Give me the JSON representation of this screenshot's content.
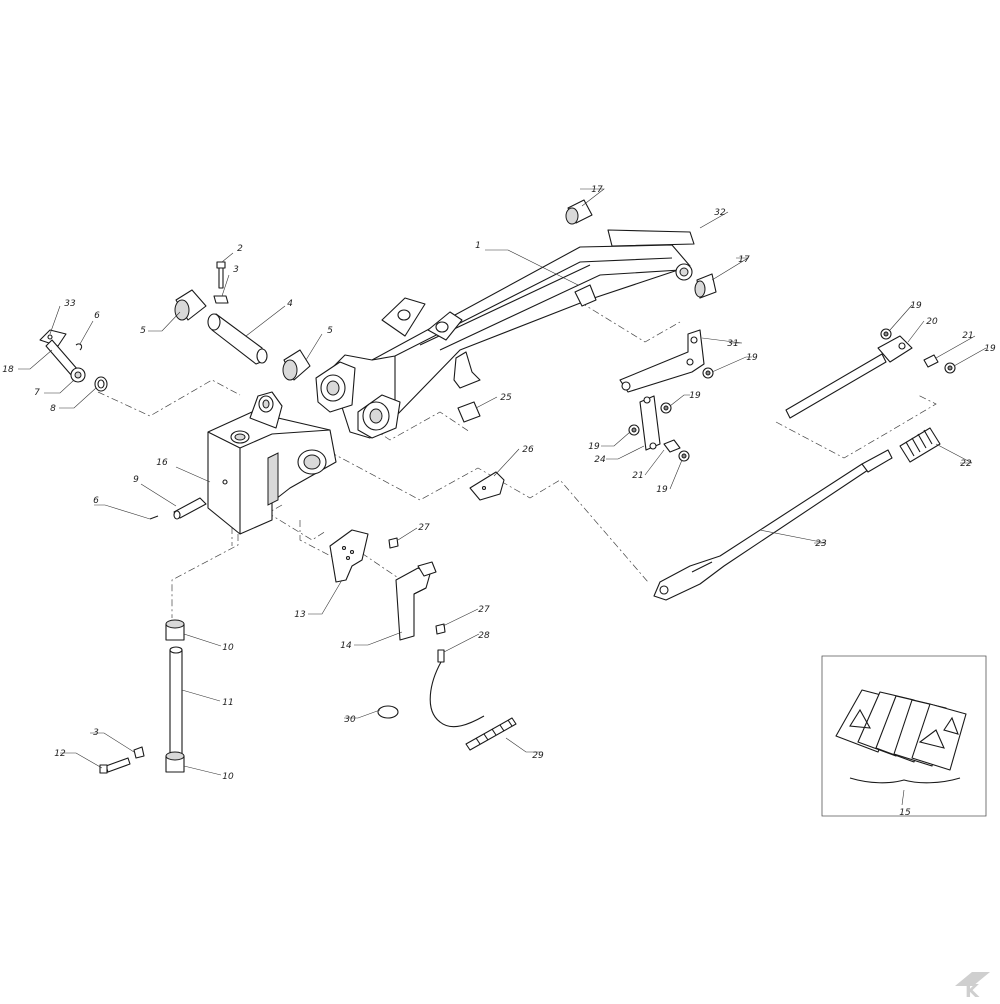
{
  "callouts": [
    {
      "id": "c1",
      "label": "1"
    },
    {
      "id": "c2",
      "label": "2"
    },
    {
      "id": "c3a",
      "label": "3"
    },
    {
      "id": "c3b",
      "label": "3"
    },
    {
      "id": "c4",
      "label": "4"
    },
    {
      "id": "c5a",
      "label": "5"
    },
    {
      "id": "c5b",
      "label": "5"
    },
    {
      "id": "c6a",
      "label": "6"
    },
    {
      "id": "c6b",
      "label": "6"
    },
    {
      "id": "c7",
      "label": "7"
    },
    {
      "id": "c8",
      "label": "8"
    },
    {
      "id": "c9",
      "label": "9"
    },
    {
      "id": "c10a",
      "label": "10"
    },
    {
      "id": "c10b",
      "label": "10"
    },
    {
      "id": "c11",
      "label": "11"
    },
    {
      "id": "c12",
      "label": "12"
    },
    {
      "id": "c13",
      "label": "13"
    },
    {
      "id": "c14",
      "label": "14"
    },
    {
      "id": "c15",
      "label": "15"
    },
    {
      "id": "c16",
      "label": "16"
    },
    {
      "id": "c17a",
      "label": "17"
    },
    {
      "id": "c17b",
      "label": "17"
    },
    {
      "id": "c18",
      "label": "18"
    },
    {
      "id": "c19a",
      "label": "19"
    },
    {
      "id": "c19b",
      "label": "19"
    },
    {
      "id": "c19c",
      "label": "19"
    },
    {
      "id": "c19d",
      "label": "19"
    },
    {
      "id": "c19e",
      "label": "19"
    },
    {
      "id": "c19f",
      "label": "19"
    },
    {
      "id": "c20",
      "label": "20"
    },
    {
      "id": "c21a",
      "label": "21"
    },
    {
      "id": "c21b",
      "label": "21"
    },
    {
      "id": "c22",
      "label": "22"
    },
    {
      "id": "c23",
      "label": "23"
    },
    {
      "id": "c24",
      "label": "24"
    },
    {
      "id": "c25",
      "label": "25"
    },
    {
      "id": "c26",
      "label": "26"
    },
    {
      "id": "c27a",
      "label": "27"
    },
    {
      "id": "c27b",
      "label": "27"
    },
    {
      "id": "c28",
      "label": "28"
    },
    {
      "id": "c29",
      "label": "29"
    },
    {
      "id": "c30",
      "label": "30"
    },
    {
      "id": "c31",
      "label": "31"
    },
    {
      "id": "c32",
      "label": "32"
    },
    {
      "id": "c33",
      "label": "33"
    }
  ],
  "logo": {
    "mark": "K"
  },
  "colors": {
    "ink": "#1a1a1a",
    "shade": "#d9d9d9",
    "logo": "#cfcfcf"
  }
}
